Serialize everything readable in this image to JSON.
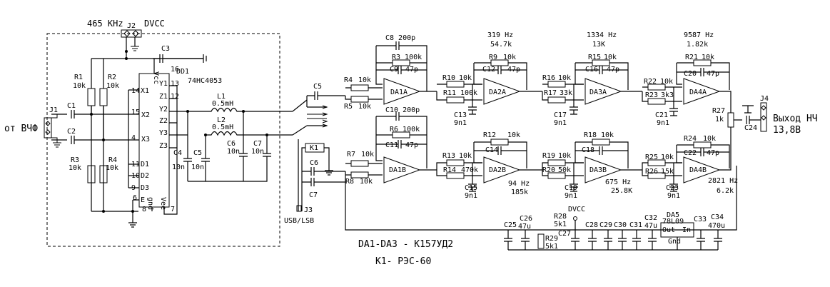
{
  "top": {
    "freq": "465 KHz",
    "dvcc": "DVCC",
    "j2": "J2"
  },
  "inputs": {
    "label": "от ВЧФ",
    "j1": "J1"
  },
  "left_block": {
    "r1": "R1",
    "r1v": "10k",
    "r2": "R2",
    "r2v": "10k",
    "r3": "R3",
    "r3v": "10k",
    "r4": "R4",
    "r4v": "10k",
    "c1": "C1",
    "c2": "C2",
    "c3": "C3",
    "c4": "C4",
    "c4v": "10n",
    "c5": "C5",
    "c5v": "10n",
    "c6": "C6",
    "c6v": "10n",
    "c7": "C7",
    "c7v": "10n",
    "l1": "L1",
    "l1v": "0.5mH",
    "l2": "L2",
    "l2v": "0.5mH",
    "dd1": "DD1",
    "dd1_type": "74HC4053",
    "pins": [
      "14",
      "X1",
      "13",
      "Y1",
      "12",
      "Z1",
      "15",
      "X2",
      "Y2",
      "Y3",
      "Z2",
      "4",
      "X3",
      "Z3",
      "11",
      "D1",
      "10",
      "D2",
      "9",
      "D3",
      "6",
      "E",
      "Vcc",
      "16",
      "gnd",
      "8",
      "Vee",
      "7"
    ]
  },
  "mid": {
    "c5": "C5",
    "k1": "K1",
    "c6": "C6",
    "c7": "C7",
    "j3": "J3",
    "usb": "USB/LSB"
  },
  "stage1": {
    "c8": "C8 200p",
    "r3": "R3 100k",
    "c9": "C9",
    "c9v": "47p",
    "r4": "R4",
    "r4v": "10k",
    "r5": "R5",
    "r5v": "10k",
    "da1a": "DA1A",
    "c10": "C10 200p",
    "r6": "R6 100k",
    "c11": "C11",
    "c11v": "47p",
    "r7": "R7",
    "r7v": "10k",
    "r8": "R8",
    "r8v": "10k",
    "da1b": "DA1B"
  },
  "stage2": {
    "f1": "319 Hz",
    "f1b": "54.7k",
    "r9": "R9",
    "r9v": "10k",
    "c12": "C12",
    "c12v": "47p",
    "r10": "R10",
    "r10v": "10k",
    "r11": "R11",
    "r11v": "100k",
    "c13": "C13",
    "c13v": "9n1",
    "da2a": "DA2A",
    "r12": "R12",
    "r12v": "10k",
    "c14": "C14",
    "r13": "R13",
    "r13v": "10k",
    "r14": "R14",
    "r14v": "470k",
    "c15": "C15",
    "c15v": "9n1",
    "da2b": "DA2B",
    "f2": "94 Hz",
    "f2b": "185k"
  },
  "stage3": {
    "f1": "1334 Hz",
    "f1b": "13K",
    "r15": "R15",
    "r15v": "10k",
    "c16": "C16",
    "c16v": "47p",
    "r16": "R16",
    "r16v": "10k",
    "r17": "R17",
    "r17v": "33k",
    "c17": "C17",
    "c17v": "9n1",
    "da3a": "DA3A",
    "r18": "R18",
    "r18v": "10k",
    "c18": "C18",
    "r19": "R19",
    "r19v": "10k",
    "r20": "R20",
    "r20v": "50k",
    "c19": "C19",
    "c19v": "9n1",
    "da3b": "DA3B",
    "f2": "675 Hz",
    "f2b": "25.8K"
  },
  "stage4": {
    "f1": "9587 Hz",
    "f1b": "1.82k",
    "r21": "R21",
    "r21v": "10k",
    "c20": "C20",
    "c20v": "47p",
    "r22": "R22",
    "r22v": "10k",
    "r23": "R23",
    "r23v": "3k3",
    "c21": "C21",
    "c21v": "9n1",
    "da4a": "DA4A",
    "r24": "R24",
    "r24v": "10k",
    "c22": "C22",
    "c22v": "47p",
    "r25": "R25",
    "r25v": "10k",
    "r26": "R26",
    "r26v": "15k",
    "c23": "C23",
    "c23v": "9n1",
    "da4b": "DA4B",
    "f2": "2821 Hz",
    "f2b": "6.2k"
  },
  "output": {
    "r27": "R27",
    "r27v": "1k",
    "c24": "C24",
    "j4": "J4",
    "label": "Выход НЧ",
    "volt": "13,8В"
  },
  "power": {
    "dvcc": "DVCC",
    "c25": "C25",
    "c26": "C26",
    "c26v": "47u",
    "r28": "R28",
    "r28v": "5k1",
    "c27": "C27",
    "r29": "R29",
    "r29v": "5k1",
    "c28": "C28",
    "c29": "C29",
    "c30": "C30",
    "c31": "C31",
    "c32": "C32",
    "c32v": "47u",
    "da5": "DA5",
    "da5_type": "78L09",
    "out": "Out",
    "gnd": "Gnd",
    "in": "In",
    "c33": "C33",
    "c34": "C34",
    "c34v": "470u"
  },
  "notes": {
    "ic": "DA1-DA3 - К157УД2",
    "relay": "K1- РЭС-60"
  }
}
